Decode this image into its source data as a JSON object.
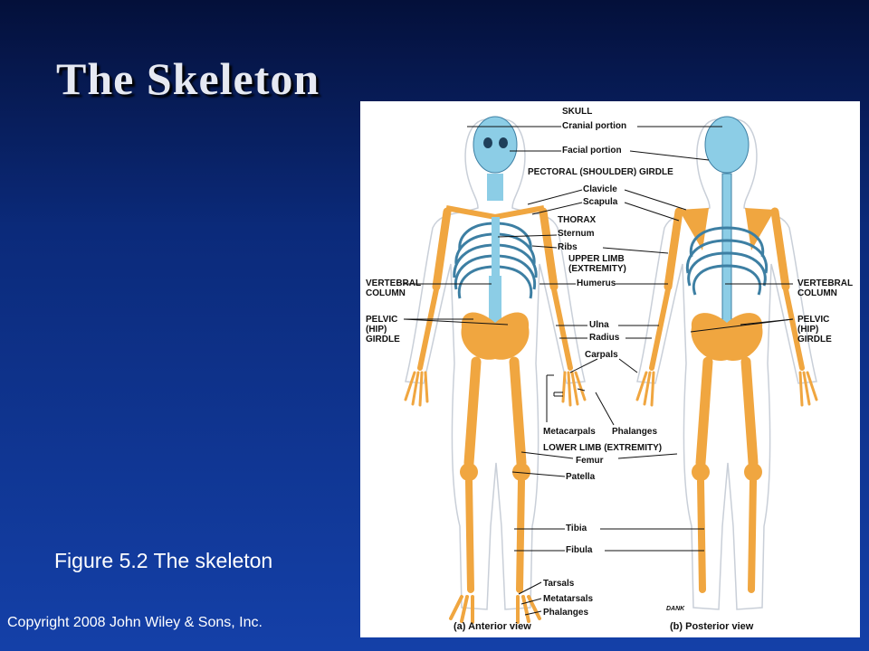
{
  "slide": {
    "title": "The Skeleton",
    "caption": "Figure 5.2 The skeleton",
    "copyright": "Copyright 2008 John Wiley & Sons, Inc."
  },
  "figure": {
    "labels": {
      "skull": "SKULL",
      "cranial_portion": "Cranial portion",
      "facial_portion": "Facial portion",
      "pectoral_girdle": "PECTORAL (SHOULDER) GIRDLE",
      "clavicle": "Clavicle",
      "scapula": "Scapula",
      "thorax": "THORAX",
      "sternum": "Sternum",
      "ribs": "Ribs",
      "upper_limb": "UPPER LIMB\n(EXTREMITY)",
      "humerus": "Humerus",
      "vertebral_column_left": "VERTEBRAL\nCOLUMN",
      "vertebral_column_right": "VERTEBRAL\nCOLUMN",
      "pelvic_girdle_left": "PELVIC\n(HIP)\nGIRDLE",
      "pelvic_girdle_right": "PELVIC\n(HIP)\nGIRDLE",
      "ulna": "Ulna",
      "radius": "Radius",
      "carpals": "Carpals",
      "metacarpals": "Metacarpals",
      "phalanges_hand": "Phalanges",
      "lower_limb": "LOWER LIMB (EXTREMITY)",
      "femur": "Femur",
      "patella": "Patella",
      "tibia": "Tibia",
      "fibula": "Fibula",
      "tarsals": "Tarsals",
      "metatarsals": "Metatarsals",
      "phalanges_foot": "Phalanges",
      "anterior_view": "(a) Anterior view",
      "posterior_view": "(b) Posterior view",
      "signature": "DANK"
    },
    "colors": {
      "bone": "#f0a640",
      "axial": "#8ccde6",
      "outline": "#c9cfd8",
      "leader": "#111111"
    }
  }
}
